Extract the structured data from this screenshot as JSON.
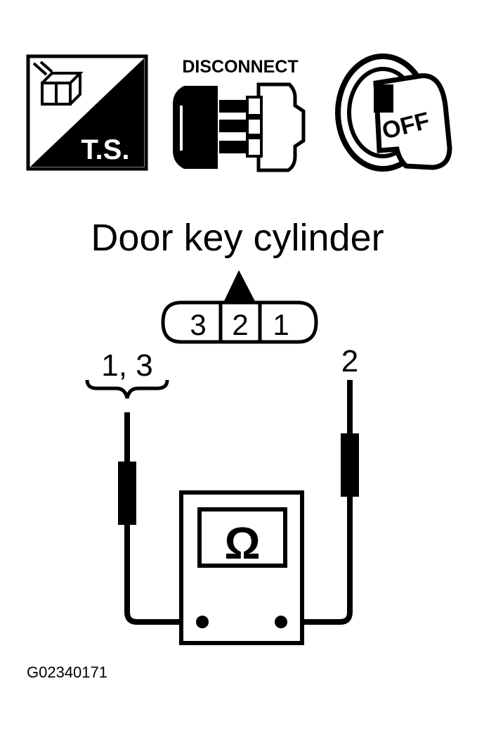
{
  "icons": {
    "ts_label": "T.S.",
    "disconnect_label": "DISCONNECT",
    "off_label": "OFF"
  },
  "title": "Door key cylinder",
  "connector": {
    "pins": [
      "3",
      "2",
      "1"
    ]
  },
  "probes": {
    "left_label": "1, 3",
    "right_label": "2"
  },
  "meter": {
    "symbol": "Ω"
  },
  "figure_id": "G02340171",
  "colors": {
    "ink": "#000000",
    "paper": "#ffffff"
  }
}
